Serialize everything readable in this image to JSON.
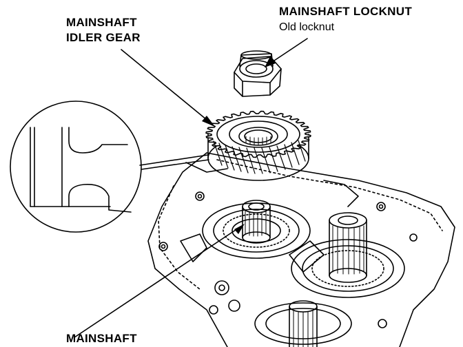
{
  "labels": {
    "idler_gear_line1": "MAINSHAFT",
    "idler_gear_line2": "IDLER GEAR",
    "locknut_title": "MAINSHAFT LOCKNUT",
    "locknut_note": "Old locknut",
    "mainshaft": "MAINSHAFT"
  },
  "colors": {
    "ink": "#000000",
    "paper": "#ffffff"
  }
}
